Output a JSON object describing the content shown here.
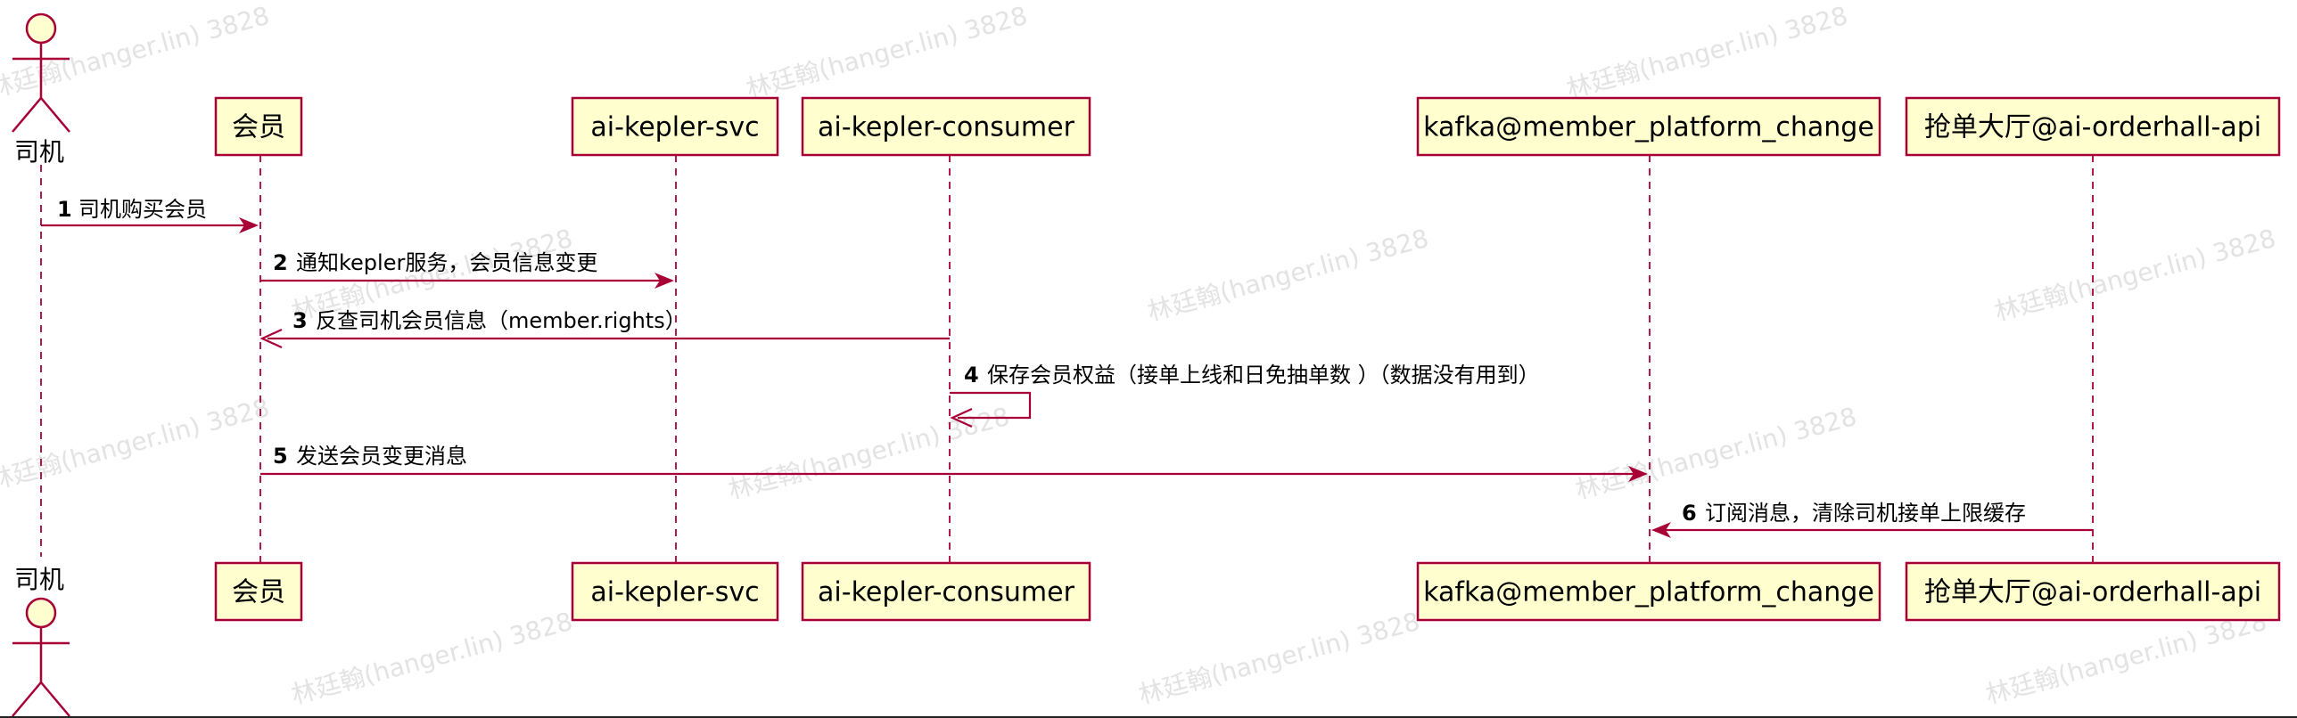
{
  "actor": {
    "name": "司机"
  },
  "participants": [
    {
      "name": "会员"
    },
    {
      "name": "ai-kepler-svc"
    },
    {
      "name": "ai-kepler-consumer"
    },
    {
      "name": "kafka@member_platform_change"
    },
    {
      "name": "抢单大厅@ai-orderhall-api"
    }
  ],
  "messages": [
    {
      "num": "1",
      "text": "司机购买会员",
      "from": "actor",
      "to": "会员"
    },
    {
      "num": "2",
      "text": "通知kepler服务，会员信息变更",
      "from": "会员",
      "to": "ai-kepler-svc"
    },
    {
      "num": "3",
      "text": "反查司机会员信息（member.rights）",
      "from": "ai-kepler-consumer",
      "to": "会员"
    },
    {
      "num": "4",
      "text": "保存会员权益（接单上线和日免抽单数 ）（数据没有用到）",
      "from": "ai-kepler-consumer",
      "to": "ai-kepler-consumer"
    },
    {
      "num": "5",
      "text": "发送会员变更消息",
      "from": "会员",
      "to": "kafka@member_platform_change"
    },
    {
      "num": "6",
      "text": "订阅消息，清除司机接单上限缓存",
      "from": "抢单大厅@ai-orderhall-api",
      "to": "kafka@member_platform_change"
    }
  ],
  "watermark": {
    "text": "林廷翰(hanger.lin) 3828"
  },
  "colors": {
    "accent": "#a80036",
    "box_fill": "#fefece",
    "watermark": "#e3e3e3"
  }
}
